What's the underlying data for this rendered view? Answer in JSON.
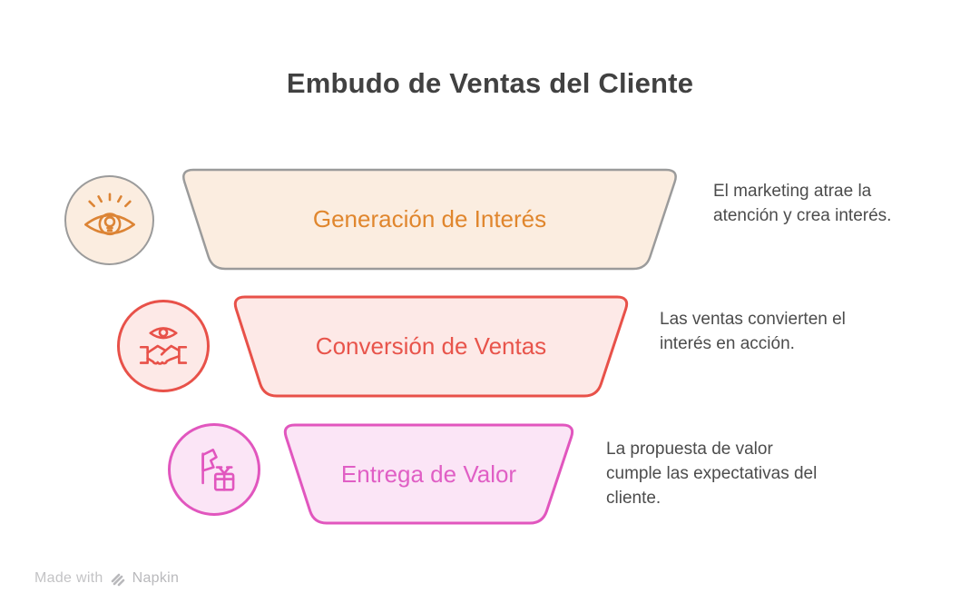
{
  "title": "Embudo de Ventas del Cliente",
  "stages": [
    {
      "label": "Generación de Interés",
      "description": "El marketing atrae la atención y crea interés.",
      "icon": "eye-lightbulb-icon",
      "fill_color": "#FBEDE0",
      "shape_border_color": "#9B9B9B",
      "badge_border_color": "#9B9B9B",
      "icon_color": "#DC8435",
      "label_color": "#E0862D"
    },
    {
      "label": "Conversión de Ventas",
      "description": "Las ventas convierten el interés en acción.",
      "icon": "eye-handshake-icon",
      "fill_color": "#FDE9E7",
      "shape_border_color": "#E85149",
      "badge_border_color": "#E85149",
      "icon_color": "#E85149",
      "label_color": "#E8544B"
    },
    {
      "label": "Entrega de Valor",
      "description": "La propuesta de valor cumple las expectativas del cliente.",
      "icon": "flag-gift-icon",
      "fill_color": "#FBE5F6",
      "shape_border_color": "#E156BE",
      "badge_border_color": "#E156BE",
      "icon_color": "#E156BE",
      "label_color": "#E05FC5"
    }
  ],
  "footer": {
    "made_with": "Made with",
    "brand": "Napkin",
    "logo_icon": "napkin-logo-icon"
  },
  "colors": {
    "title": "#414141",
    "description": "#4C4C4C",
    "footer_text": "#C3C3C5",
    "footer_brand": "#B9B9BC",
    "background": "#FFFFFF"
  }
}
